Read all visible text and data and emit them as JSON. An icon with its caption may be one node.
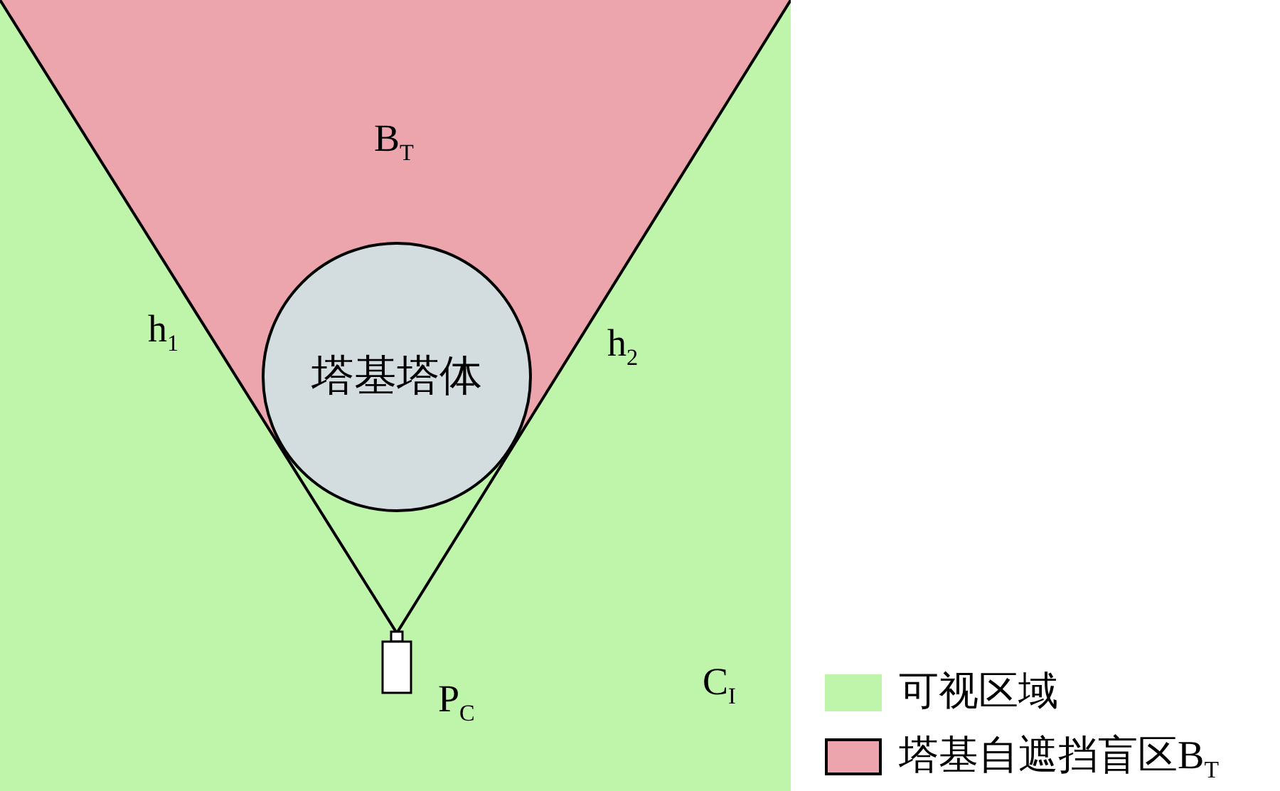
{
  "diagram": {
    "nodes": [
      {
        "text": [
          "C$_{I}$"
        ]
      },
      {
        "text": [
          "B$_{T}$"
        ],
        "in": 0
      },
      {
        "text": [
          "塔基塔体"
        ],
        "in": 0
      }
    ],
    "labels": [
      "h$_{1}$",
      "h$_{2}$",
      "P$_{C}$"
    ],
    "legend": [
      {
        "text": "可视区域",
        "color": "#bff5aa"
      },
      {
        "text": "塔基自遮挡盲区B$_{T}$",
        "color": "#eda5ad"
      }
    ]
  }
}
